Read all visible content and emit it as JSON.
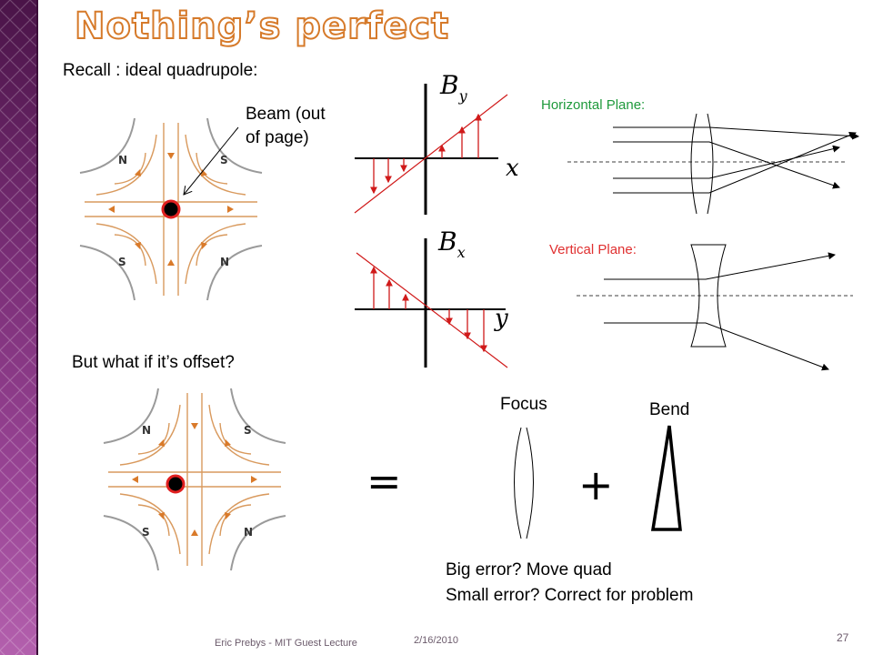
{
  "slide": {
    "title": "Nothing’s perfect",
    "recall_label": "Recall : ideal quadrupole:",
    "beam_label_line1": "Beam (out",
    "beam_label_line2": "of page)",
    "offset_question": "But what if it’s offset?",
    "horizontal_plane_label": "Horizontal Plane:",
    "vertical_plane_label": "Vertical Plane:",
    "by_label": "B",
    "by_subscript": "y",
    "x_axis_label": "x",
    "bx_label": "B",
    "bx_subscript": "x",
    "y_axis_label": "y",
    "equals_sign": "=",
    "plus_sign": "+",
    "focus_label": "Focus",
    "bend_label": "Bend",
    "big_error_text": "Big error? Move quad",
    "small_error_text": "Small error?  Correct for problem",
    "footer_author": "Eric Prebys - MIT Guest Lecture",
    "footer_date": "2/16/2010",
    "page_number": "27",
    "pole_labels": [
      "N",
      "S",
      "S",
      "N"
    ],
    "pole_labels_offset": [
      "N",
      "S",
      "S",
      "N"
    ]
  },
  "colors": {
    "accent_orange": "#d67a2a",
    "sidebar_purple": "#7a2e77",
    "field_line_orange": "#d99a5e",
    "pole_gray": "#9a9a9a",
    "field_arrow_red": "#d01a1a",
    "beam_ring_red": "#e02020",
    "horizontal_green": "#1f9a3c",
    "vertical_red": "#e03030"
  }
}
